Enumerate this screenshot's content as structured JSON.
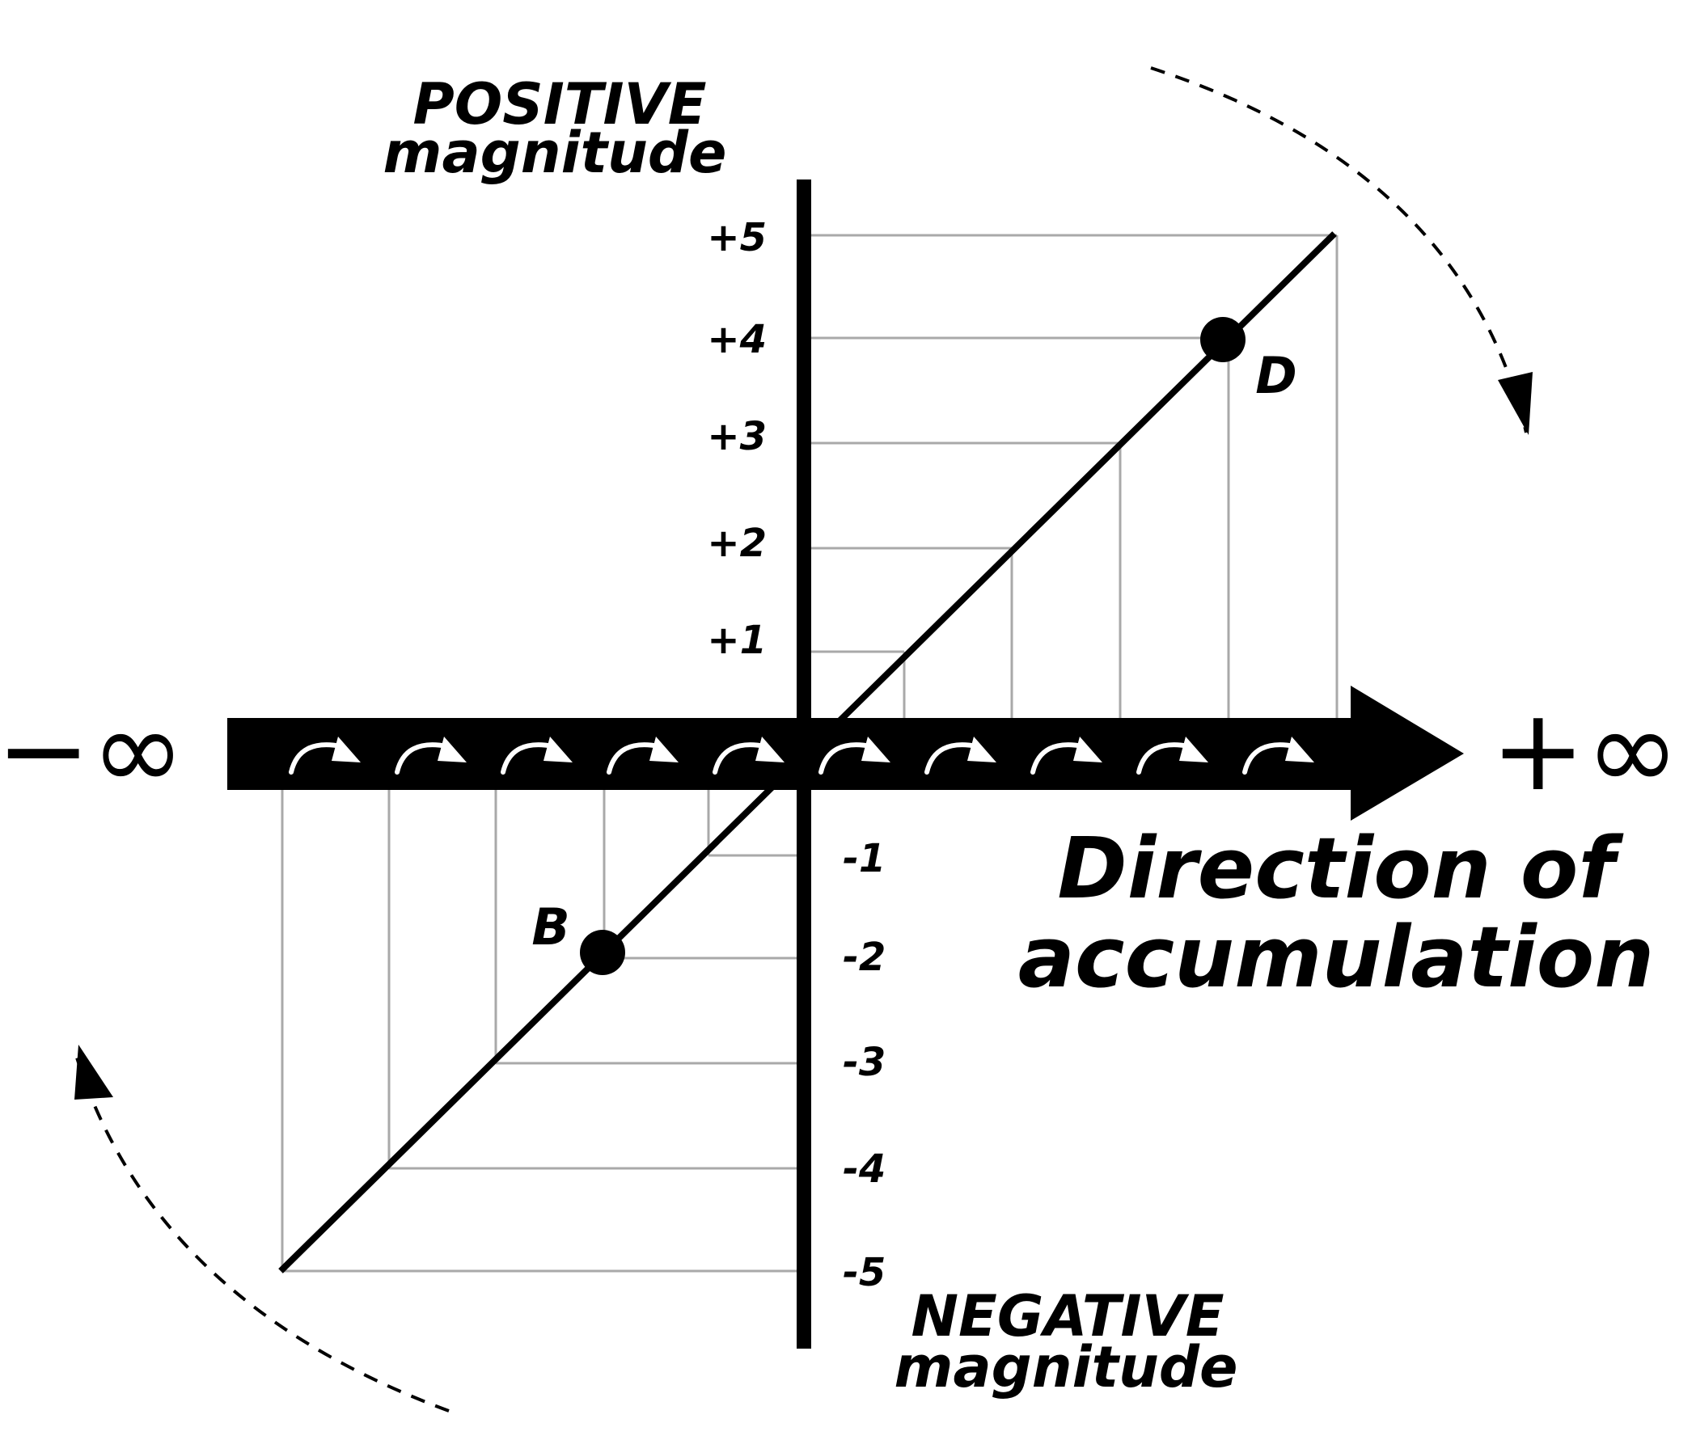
{
  "diagram": {
    "positive_label": {
      "line1": "POSITIVE",
      "line2": "magnitude"
    },
    "negative_label": {
      "line1": "NEGATIVE",
      "line2": "magnitude"
    },
    "minus_infinity": "−∞",
    "plus_infinity": "+∞",
    "direction_label": {
      "line1": "Direction of",
      "line2": "accumulation"
    },
    "point_d_label": "D",
    "point_b_label": "B",
    "positive_ticks": [
      "+5",
      "+4",
      "+3",
      "+2",
      "+1"
    ],
    "negative_ticks": [
      "-1",
      "-2",
      "-3",
      "-4",
      "-5"
    ],
    "colors": {
      "ink": "#000000",
      "grid": "#a9a9a9",
      "background": "#ffffff"
    },
    "icons": [
      "curved-arrow-icon",
      "dashed-rotation-arrow-icon"
    ]
  }
}
